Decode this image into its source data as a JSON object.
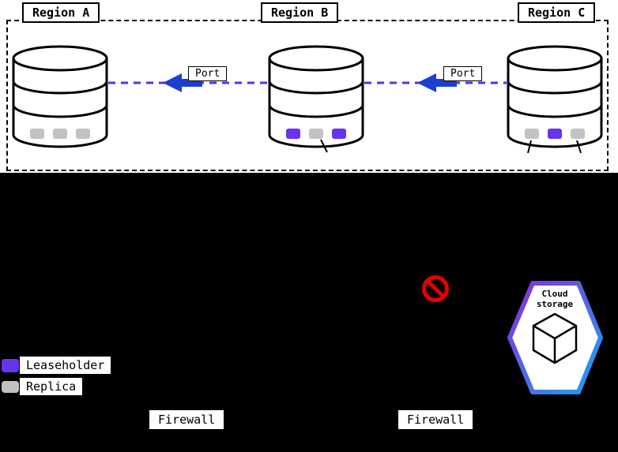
{
  "regions": [
    {
      "label": "Region A"
    },
    {
      "label": "Region B"
    },
    {
      "label": "Region C"
    }
  ],
  "connections": [
    {
      "from": "Region A",
      "to": "Region B",
      "port_label": "Port"
    },
    {
      "from": "Region B",
      "to": "Region C",
      "port_label": "Port"
    }
  ],
  "databases": [
    {
      "region": "Region A",
      "slots": [
        "replica",
        "replica",
        "replica"
      ]
    },
    {
      "region": "Region B",
      "slots": [
        "leaseholder",
        "replica",
        "leaseholder"
      ]
    },
    {
      "region": "Region C",
      "slots": [
        "replica",
        "leaseholder",
        "replica"
      ]
    }
  ],
  "legend": {
    "items": [
      {
        "type": "leaseholder",
        "label": "Leaseholder"
      },
      {
        "type": "replica",
        "label": "Replica"
      }
    ]
  },
  "firewalls": [
    {
      "label": "Firewall"
    },
    {
      "label": "Firewall"
    }
  ],
  "cloud_storage": {
    "label": "Cloud storage"
  },
  "colors": {
    "leaseholder": "#6733f0",
    "replica": "#c2c2c2",
    "dashed_link": "#5a31e0",
    "arrow": "#1d3fd0",
    "prohibited": "#e60000",
    "hexagon_gradient_start": "#8a2bd9",
    "hexagon_gradient_end": "#19a4f2"
  }
}
